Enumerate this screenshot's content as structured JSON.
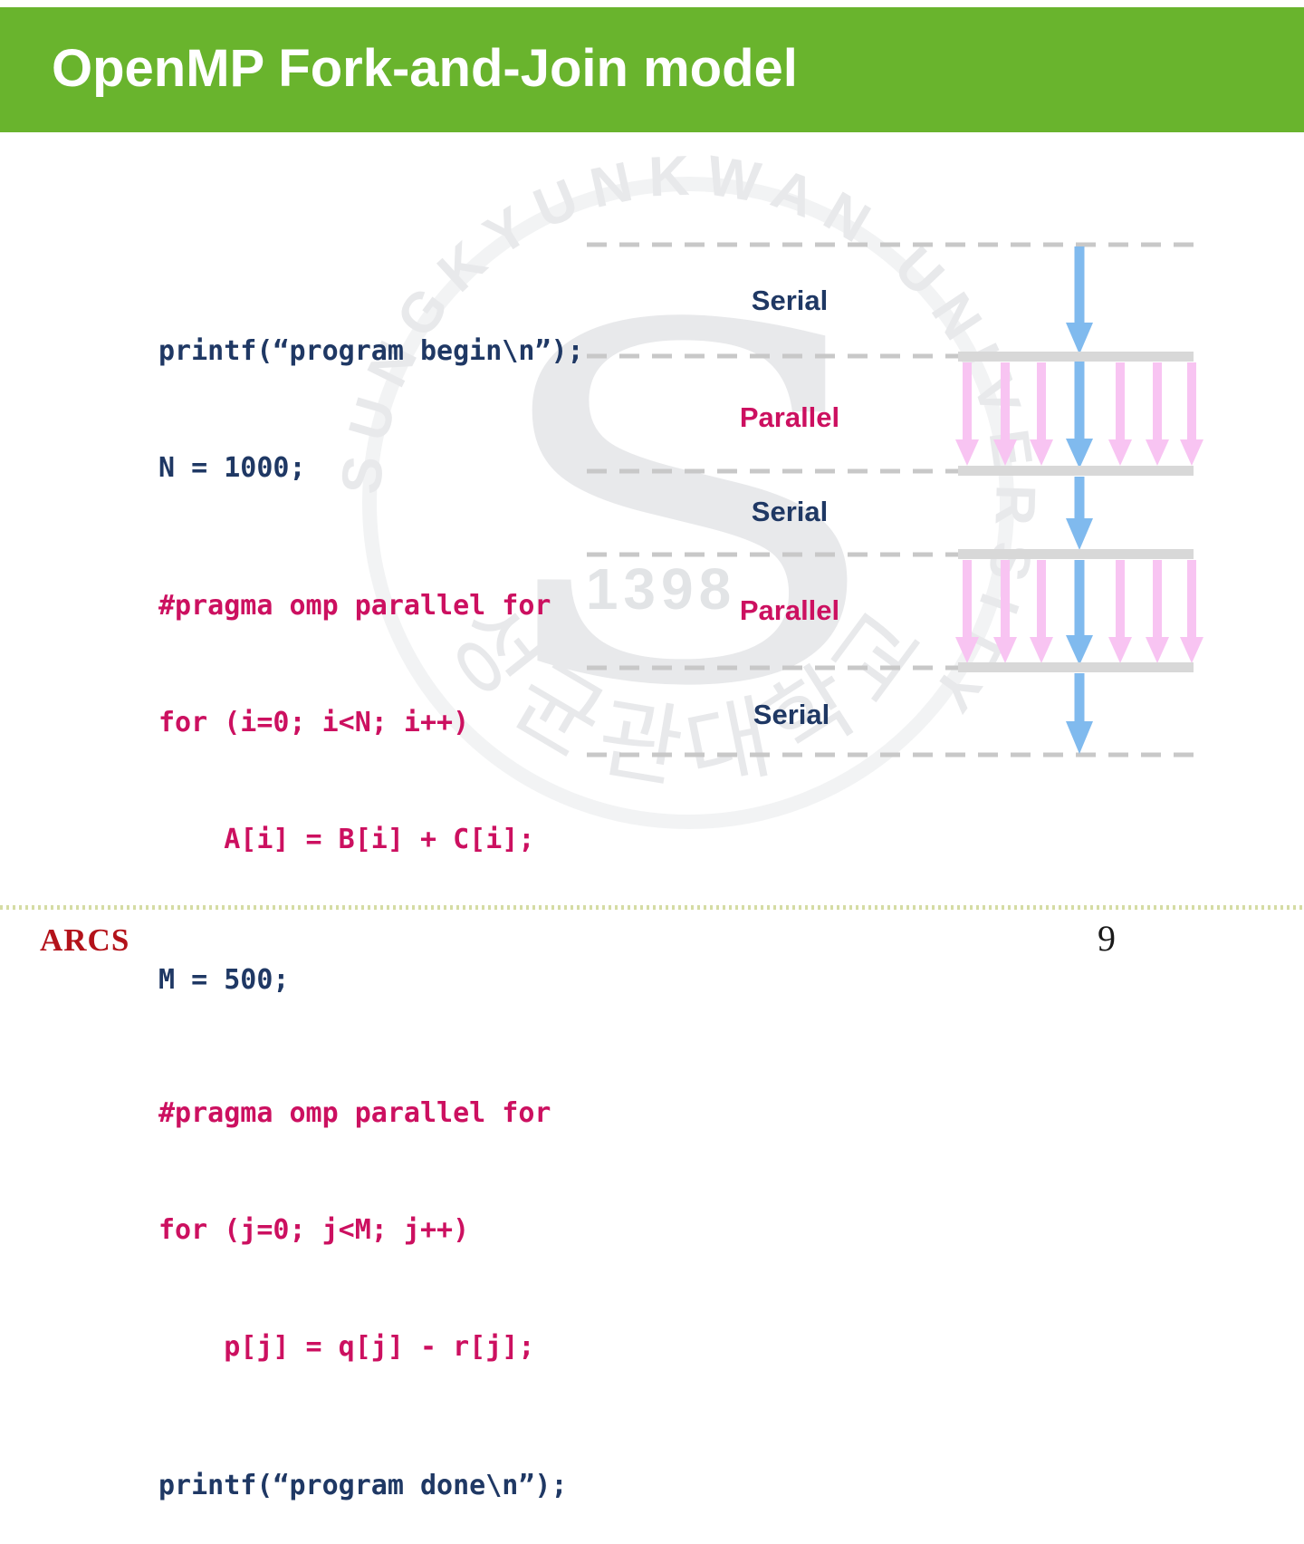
{
  "slide": {
    "title": "OpenMP Fork-and-Join model",
    "footer": {
      "logo": "ARCS",
      "page_number": "9"
    }
  },
  "code": {
    "lines": [
      {
        "text": "printf(“program begin\\n”);",
        "tone": "navy"
      },
      {
        "text": "N = 1000;",
        "tone": "navy"
      },
      {
        "text": "#pragma omp parallel for",
        "tone": "pink"
      },
      {
        "text": "for (i=0; i<N; i++)",
        "tone": "pink"
      },
      {
        "text": "    A[i] = B[i] + C[i];",
        "tone": "pink"
      },
      {
        "text": "M = 500;",
        "tone": "navy"
      },
      {
        "text": "#pragma omp parallel for",
        "tone": "pink"
      },
      {
        "text": "for (j=0; j<M; j++)",
        "tone": "pink"
      },
      {
        "text": "    p[j] = q[j] - r[j];",
        "tone": "pink"
      },
      {
        "text": "printf(“program done\\n”);",
        "tone": "navy"
      }
    ]
  },
  "diagram": {
    "sections": [
      {
        "label": "Serial",
        "type": "serial"
      },
      {
        "label": "Parallel",
        "type": "parallel"
      },
      {
        "label": "Serial",
        "type": "serial"
      },
      {
        "label": "Parallel",
        "type": "parallel"
      },
      {
        "label": "Serial",
        "type": "serial"
      }
    ]
  },
  "watermark": {
    "arc_text": "SUNGKYUNKWAN UNIVERSITY",
    "emblem_glyph": "S",
    "year": "1398",
    "korean_text": "성균관대학교"
  },
  "colors": {
    "header-green": "#69B42D",
    "navy": "#1F3864",
    "pink": "#CC1060",
    "blue-arrow": "#80BAEE",
    "pink-arrow": "#F8C4F2",
    "bar-gray": "#D8D8D8",
    "dash-gray": "#C8C8C8",
    "watermark-gray": "#E8E9EB",
    "footer-red": "#B3121A",
    "footer-dot": "#D5DCA4",
    "page-black": "#1A1A1A"
  }
}
